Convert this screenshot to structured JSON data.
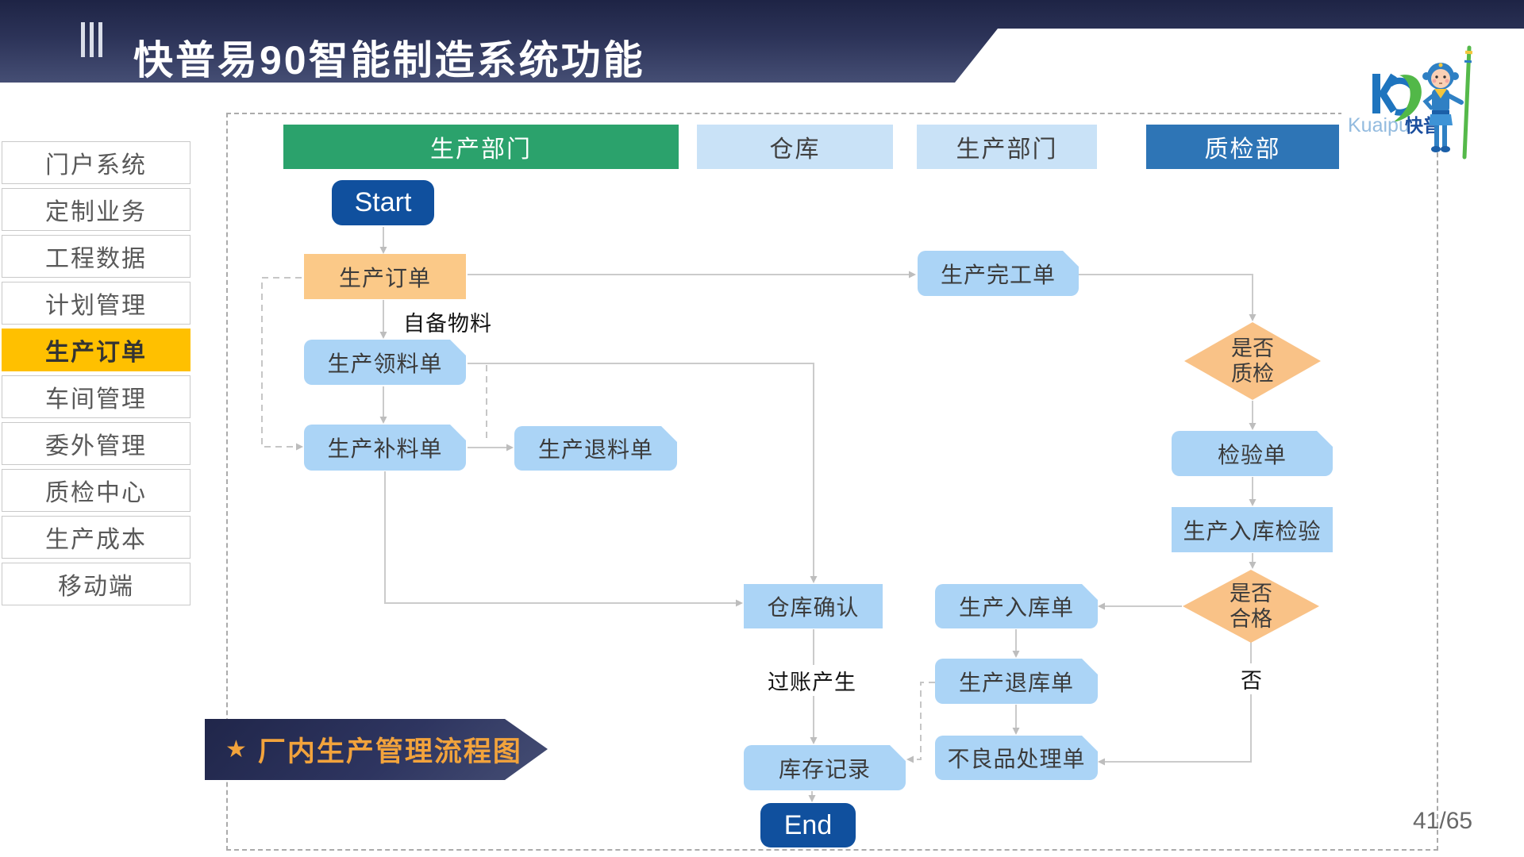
{
  "header": {
    "title": "快普易90智能制造系统功能"
  },
  "logo": {
    "brand_en": "Kuaipu",
    "brand_cn": "快普"
  },
  "sidebar": {
    "items": [
      {
        "label": "门户系统",
        "active": false
      },
      {
        "label": "定制业务",
        "active": false
      },
      {
        "label": "工程数据",
        "active": false
      },
      {
        "label": "计划管理",
        "active": false
      },
      {
        "label": "生产订单",
        "active": true
      },
      {
        "label": "车间管理",
        "active": false
      },
      {
        "label": "委外管理",
        "active": false
      },
      {
        "label": "质检中心",
        "active": false
      },
      {
        "label": "生产成本",
        "active": false
      },
      {
        "label": "移动端",
        "active": false
      }
    ]
  },
  "lanes": [
    {
      "label": "生产部门",
      "style": "green"
    },
    {
      "label": "仓库",
      "style": "light"
    },
    {
      "label": "生产部门",
      "style": "light"
    },
    {
      "label": "质检部",
      "style": "blue"
    }
  ],
  "flow": {
    "start": "Start",
    "end": "End",
    "nodes": {
      "production_order": "生产订单",
      "picking": "生产领料单",
      "supplement": "生产补料单",
      "material_return": "生产退料单",
      "warehouse_confirm": "仓库确认",
      "inventory_record": "库存记录",
      "completion": "生产完工单",
      "qc_decision": "是否质检",
      "inspection": "检验单",
      "inbound_inspection": "生产入库检验",
      "qualified_decision": "是否合格",
      "inbound_order": "生产入库单",
      "inbound_return": "生产退库单",
      "defective_order": "不良品处理单"
    },
    "edge_labels": {
      "self_material": "自备物料",
      "posting": "过账产生",
      "no": "否"
    }
  },
  "caption": {
    "star": "★",
    "text": "厂内生产管理流程图"
  },
  "footer": {
    "page_indicator": "41/65"
  },
  "colors": {
    "lane_green": "#2BA26C",
    "lane_blue": "#2E75B6",
    "lane_light_blue": "#C9E2F7",
    "node_light_blue": "#ABD4F6",
    "node_orange": "#FBC988",
    "diamond_orange": "#F9C287",
    "terminal_navy": "#10509E",
    "active_menu_yellow": "#FFC000",
    "banner_navy": "#2C3358",
    "caption_text_orange": "#F2A33C"
  }
}
